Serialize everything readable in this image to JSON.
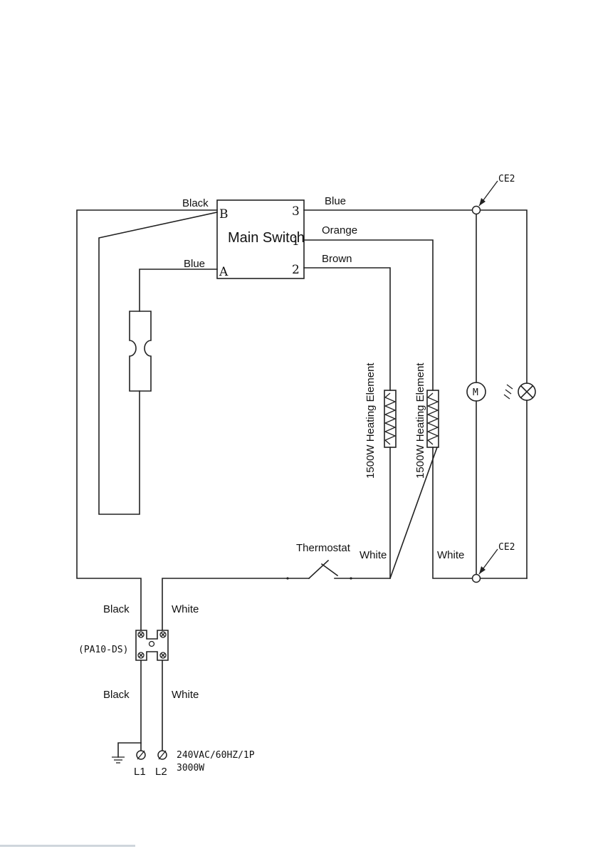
{
  "main_switch": {
    "label": "Main Switch",
    "pins": {
      "b": "B",
      "a": "A",
      "p3": "3",
      "p1": "1",
      "p2": "2"
    }
  },
  "wires": {
    "black_top": "Black",
    "blue_top": "Blue",
    "blue_left": "Blue",
    "orange": "Orange",
    "brown": "Brown",
    "white_right": "White",
    "white_far_right": "White",
    "black_upper": "Black",
    "white_upper": "White",
    "black_lower": "Black",
    "white_lower": "White"
  },
  "components": {
    "heater1": "1500W Heating Element",
    "heater2": "1500W Heating Element",
    "thermostat": "Thermostat",
    "motor": "M",
    "ce2_top": "CE2",
    "ce2_bottom": "CE2",
    "terminal_block": "(PA10-DS)"
  },
  "supply": {
    "l1": "L1",
    "l2": "L2",
    "rating": "240VAC/60HZ/1P",
    "power": "3000W"
  }
}
